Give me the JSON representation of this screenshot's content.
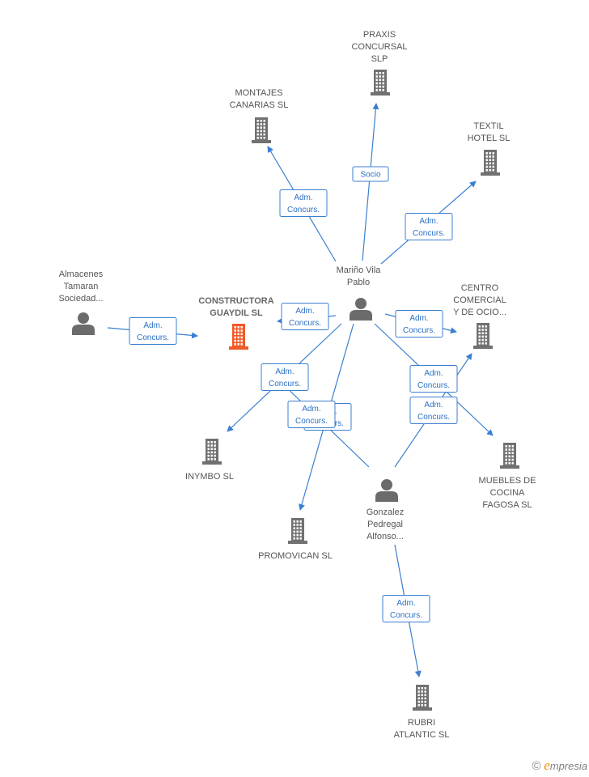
{
  "colors": {
    "edge": "#3b7fd0",
    "company": "#717171",
    "main_company": "#f05a28",
    "person": "#6b6b6b"
  },
  "nodes": [
    {
      "id": "praxis",
      "type": "company",
      "lines": [
        "PRAXIS",
        "CONCURSAL",
        "SLP"
      ]
    },
    {
      "id": "montajes",
      "type": "company",
      "lines": [
        "MONTAJES",
        "CANARIAS SL"
      ]
    },
    {
      "id": "textil",
      "type": "company",
      "lines": [
        "TEXTIL",
        "HOTEL SL"
      ]
    },
    {
      "id": "almacenes",
      "type": "person",
      "lines": [
        "Almacenes",
        "Tamaran",
        "Sociedad..."
      ]
    },
    {
      "id": "constructora",
      "type": "main",
      "lines": [
        "CONSTRUCTORA",
        "GUAYDIL SL"
      ]
    },
    {
      "id": "marino",
      "type": "person",
      "lines": [
        "Mariño Vila",
        "Pablo"
      ]
    },
    {
      "id": "centro",
      "type": "company",
      "lines": [
        "CENTRO",
        "COMERCIAL",
        "Y DE OCIO..."
      ]
    },
    {
      "id": "inymbo",
      "type": "company",
      "lines": [
        "INYMBO SL"
      ]
    },
    {
      "id": "muebles",
      "type": "company",
      "lines": [
        "MUEBLES DE",
        "COCINA",
        "FAGOSA SL"
      ]
    },
    {
      "id": "gonzalez",
      "type": "person",
      "lines": [
        "Gonzalez",
        "Pedregal",
        "Alfonso..."
      ]
    },
    {
      "id": "promovican",
      "type": "company",
      "lines": [
        "PROMOVICAN SL"
      ]
    },
    {
      "id": "rubri",
      "type": "company",
      "lines": [
        "RUBRI",
        "ATLANTIC SL"
      ]
    }
  ],
  "edges": [
    {
      "from": "marino",
      "to": "praxis",
      "label": [
        "Socio"
      ]
    },
    {
      "from": "marino",
      "to": "montajes",
      "label": [
        "Adm.",
        "Concurs."
      ]
    },
    {
      "from": "marino",
      "to": "textil",
      "label": [
        "Adm.",
        "Concurs."
      ]
    },
    {
      "from": "almacenes",
      "to": "constructora",
      "label": [
        "Adm.",
        "Concurs."
      ]
    },
    {
      "from": "marino",
      "to": "constructora",
      "label": [
        "Adm.",
        "Concurs."
      ]
    },
    {
      "from": "marino",
      "to": "centro",
      "label": [
        "Adm.",
        "Concurs."
      ]
    },
    {
      "from": "marino",
      "to": "inymbo",
      "label": [
        "Adm.",
        "Concurs."
      ]
    },
    {
      "from": "marino",
      "to": "promovican",
      "label": [
        "Adm.",
        "Concurs."
      ]
    },
    {
      "from": "marino",
      "to": "muebles",
      "label": [
        "Adm.",
        "Concurs."
      ]
    },
    {
      "from": "gonzalez",
      "to": "centro",
      "label": [
        "Adm.",
        "Concurs."
      ]
    },
    {
      "from": "gonzalez",
      "to": "inymbo",
      "label": [
        "Adm.",
        "Concurs."
      ]
    },
    {
      "from": "gonzalez",
      "to": "rubri",
      "label": [
        "Adm.",
        "Concurs."
      ]
    }
  ],
  "footer": {
    "copyright": "©",
    "brand_e": "e",
    "brand_rest": "mpresia"
  }
}
